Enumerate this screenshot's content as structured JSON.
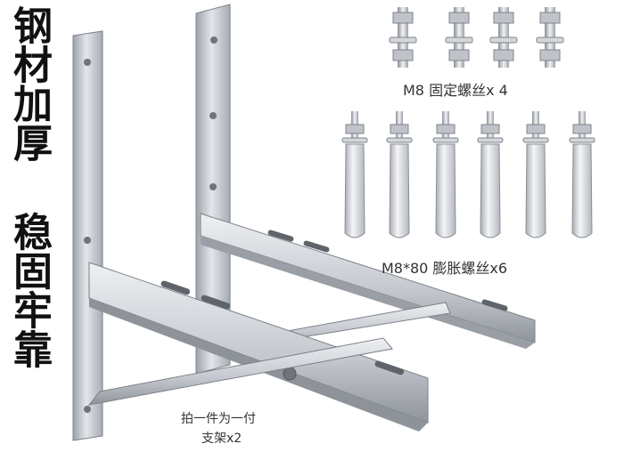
{
  "headline_top": "钢材加厚",
  "headline_bottom": "稳固牢靠",
  "captions": {
    "fixing_bolts": "M8  固定螺丝x 4",
    "expansion_bolts": "M8*80  膨胀螺丝x6",
    "bracket_pair_line1": "拍一件为一付",
    "bracket_pair_line2": "支架x2"
  },
  "colors": {
    "steel": "#c9ccd1",
    "steel_dark": "#8e939a",
    "text": "#111111"
  }
}
